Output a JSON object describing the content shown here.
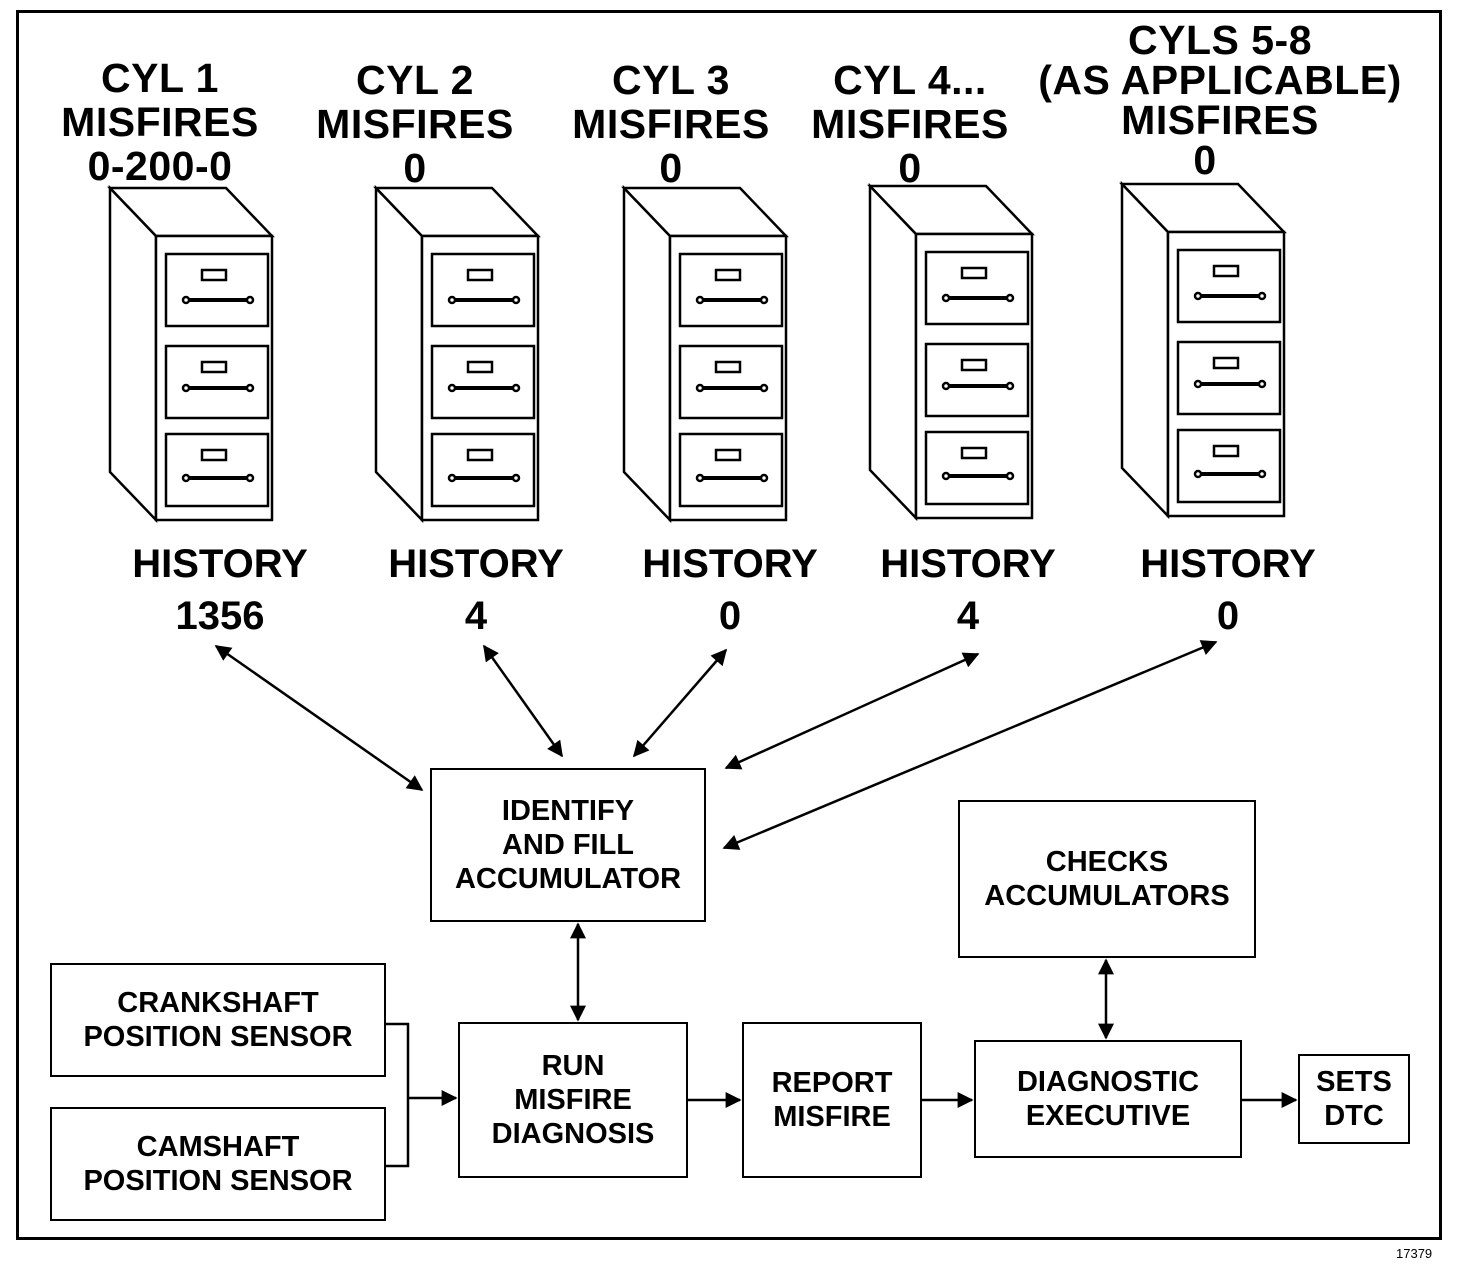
{
  "cylinders": [
    {
      "header": [
        "CYL 1",
        "MISFIRES",
        "0-200-0"
      ],
      "history_label": "HISTORY",
      "history_value": "1356"
    },
    {
      "header": [
        "CYL 2",
        "MISFIRES",
        "0"
      ],
      "history_label": "HISTORY",
      "history_value": "4"
    },
    {
      "header": [
        "CYL 3",
        "MISFIRES",
        "0"
      ],
      "history_label": "HISTORY",
      "history_value": "0"
    },
    {
      "header": [
        "CYL 4...",
        "MISFIRES",
        "0"
      ],
      "history_label": "HISTORY",
      "history_value": "4"
    },
    {
      "header": [
        "CYLS 5-8",
        "(AS APPLICABLE)",
        "MISFIRES",
        "0"
      ],
      "history_label": "HISTORY",
      "history_value": "0"
    }
  ],
  "blocks": {
    "identify": "IDENTIFY\nAND FILL\nACCUMULATOR",
    "checks": "CHECKS\nACCUMULATORS",
    "crankshaft": "CRANKSHAFT\nPOSITION SENSOR",
    "camshaft": "CAMSHAFT\nPOSITION SENSOR",
    "run": "RUN\nMISFIRE\nDIAGNOSIS",
    "report": "REPORT\nMISFIRE",
    "diagnostic": "DIAGNOSTIC\nEXECUTIVE",
    "sets": "SETS\nDTC"
  },
  "figure_number": "17379",
  "icons": {
    "cabinet": "file-cabinet-icon"
  }
}
